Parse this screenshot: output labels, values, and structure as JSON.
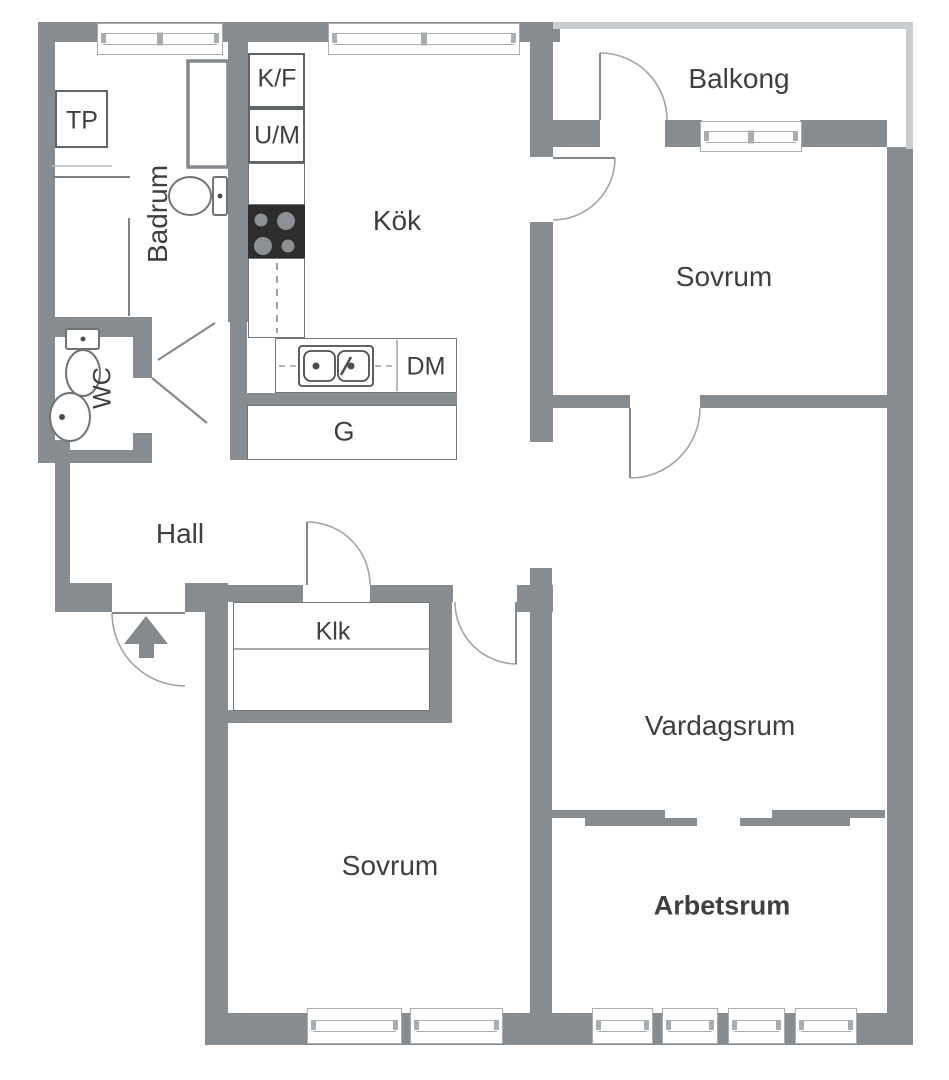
{
  "colors": {
    "wall": "#868c90",
    "wall_light": "#c9cdd0",
    "text": "#3d3f41",
    "fixture_dark": "#2d2d2d",
    "burner": "#8c9094",
    "window_frame": "#a8adb0"
  },
  "rooms": {
    "badrum": {
      "label": "Badrum"
    },
    "wc": {
      "label": "WC"
    },
    "kok": {
      "label": "Kök"
    },
    "balkong": {
      "label": "Balkong"
    },
    "sovrum_ne": {
      "label": "Sovrum"
    },
    "hall": {
      "label": "Hall"
    },
    "klk": {
      "label": "Klk"
    },
    "vardagsrum": {
      "label": "Vardagsrum"
    },
    "sovrum_sw": {
      "label": "Sovrum"
    },
    "arbetsrum": {
      "label": "Arbetsrum"
    }
  },
  "fixtures": {
    "tp": {
      "label": "TP"
    },
    "kf": {
      "label": "K/F"
    },
    "um": {
      "label": "U/M"
    },
    "dm": {
      "label": "DM"
    },
    "g": {
      "label": "G"
    }
  },
  "icons": [
    "toilet-icon",
    "washbasin-icon",
    "shower-cabinet-icon",
    "stove-icon",
    "kitchen-sink-icon",
    "entry-arrow-icon",
    "door-swing-arc",
    "window-symbol"
  ]
}
